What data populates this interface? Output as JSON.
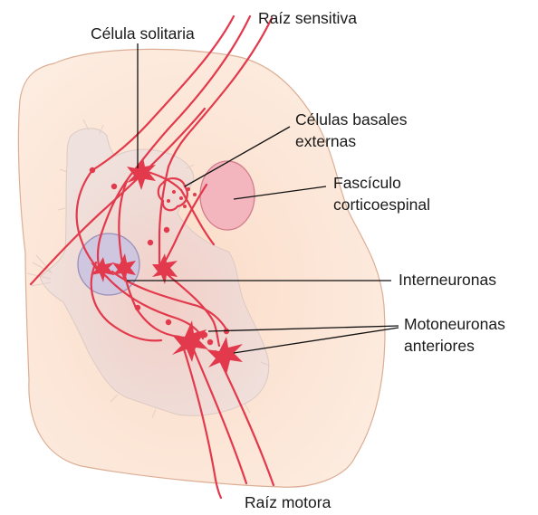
{
  "labels": {
    "raiz_sensitiva": "Raíz sensitiva",
    "celula_solitaria": "Célula solitaria",
    "celulas_basales_1": "Células basales",
    "celulas_basales_2": "externas",
    "fasciculo_1": "Fascículo",
    "fasciculo_2": "corticoespinal",
    "interneuronas": "Interneuronas",
    "motoneuronas_1": "Motoneuronas",
    "motoneuronas_2": "anteriores",
    "raiz_motora": "Raíz motora"
  },
  "colors": {
    "cord_fill": "#fbe4d3",
    "cord_outline": "#dcae94",
    "gray_matter": "#eedad4",
    "nerve": "#e23a4c",
    "interneuron_zone": "#cfc7df",
    "corticospinal_tract": "#f4b6be"
  }
}
